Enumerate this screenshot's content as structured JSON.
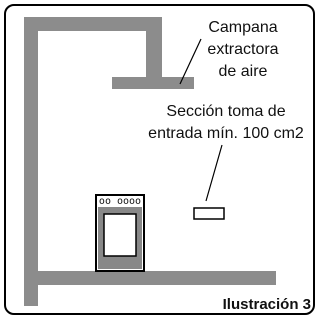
{
  "labels": {
    "hood": [
      "Campana",
      "extractora",
      "de aire"
    ],
    "inlet": [
      "Sección toma de",
      "entrada mín. 100 cm2"
    ],
    "caption": "Ilustración 3"
  },
  "stove": {
    "burner_marks": "oo oooo"
  },
  "colors": {
    "wall": "#8c8c8c",
    "stove_body": "#888888",
    "stove_window": "#ffffff",
    "line": "#000000"
  }
}
